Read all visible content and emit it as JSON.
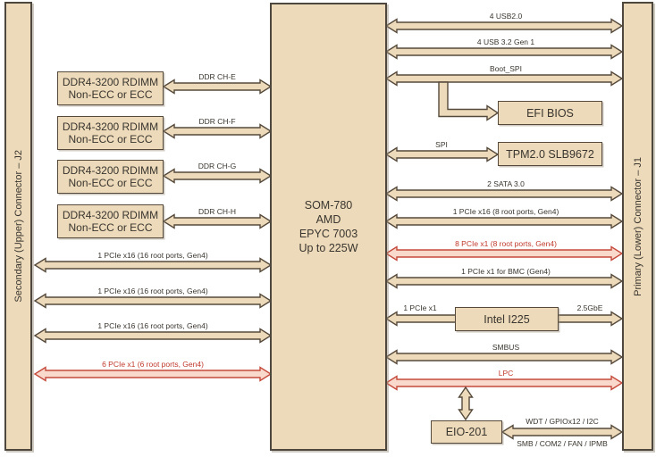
{
  "connectors": {
    "left": "Secondary (Upper) Connector – J2",
    "right": "Primary (Lower) Connector – J1"
  },
  "som": {
    "line1": "SOM-780",
    "line2": "AMD",
    "line3": "EPYC 7003",
    "line4": "Up to 225W"
  },
  "memory": {
    "modules": [
      {
        "name": "DDR4-3200 RDIMM",
        "type": "Non-ECC or ECC",
        "channel": "DDR CH-E"
      },
      {
        "name": "DDR4-3200 RDIMM",
        "type": "Non-ECC or ECC",
        "channel": "DDR CH-F"
      },
      {
        "name": "DDR4-3200 RDIMM",
        "type": "Non-ECC or ECC",
        "channel": "DDR CH-G"
      },
      {
        "name": "DDR4-3200 RDIMM",
        "type": "Non-ECC or ECC",
        "channel": "DDR CH-H"
      }
    ]
  },
  "chips": {
    "efi_bios": "EFI BIOS",
    "tpm": "TPM2.0 SLB9672",
    "ethernet": "Intel I225",
    "eio": "EIO-201"
  },
  "buses": {
    "left": [
      "1 PCIe x16 (16 root ports, Gen4)",
      "1 PCIe x16 (16 root ports, Gen4)",
      "1 PCIe x16 (16 root ports, Gen4)",
      "6 PCIe x1 (6 root ports, Gen4)"
    ],
    "usb2": "4 USB2.0",
    "usb32": "4 USB 3.2 Gen 1",
    "boot_spi": "Boot_SPI",
    "spi": "SPI",
    "sata": "2 SATA 3.0",
    "pcie_x16_8": "1 PCIe x16 (8 root ports, Gen4)",
    "pcie_x1_8": "8 PCIe x1 (8 root ports, Gen4)",
    "pcie_bmc": "1 PCIe x1 for BMC (Gen4)",
    "pcie_eth": "1 PCIe x1",
    "gbe": "2.5GbE",
    "smbus": "SMBUS",
    "lpc": "LPC",
    "eio_top": "WDT / GPIOx12 / I2C",
    "eio_bottom": "SMB / COM2 / FAN / IPMB"
  },
  "colors": {
    "box_fill": "#ecdaba",
    "outline": "#55493b",
    "text": "#3a352e",
    "red_outline": "#c54a3c",
    "red_fill": "#f8d9cb",
    "red_text": "#c0392b",
    "background": "#ffffff"
  }
}
